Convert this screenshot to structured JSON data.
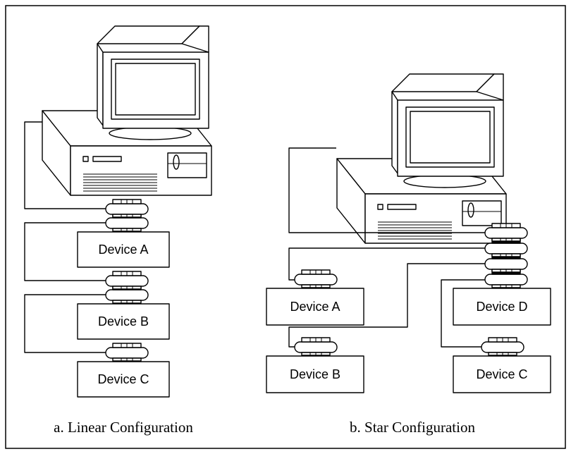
{
  "linear": {
    "device_a": "Device A",
    "device_b": "Device B",
    "device_c": "Device C",
    "caption": "a. Linear Configuration"
  },
  "star": {
    "device_a": "Device A",
    "device_b": "Device B",
    "device_c": "Device C",
    "device_d": "Device D",
    "caption": "b. Star Configuration"
  }
}
